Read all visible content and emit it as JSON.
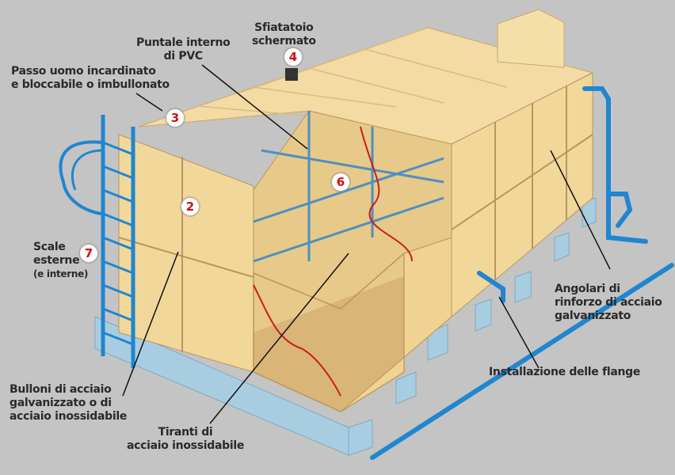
{
  "labels": {
    "vent": [
      "Sfiatatoio",
      "schermato"
    ],
    "pvc": [
      "Puntale interno",
      "di PVC"
    ],
    "manhole": [
      "Passo uomo incardinato",
      "e bloccabile o imbullonato"
    ],
    "ladder": [
      "Scale",
      "esterne",
      "(e interne)"
    ],
    "bolts": [
      "Bulloni di acciaio",
      "galvanizzato o di",
      "acciaio inossidabile"
    ],
    "tie_rods": [
      "Tiranti di",
      "acciaio inossidabile"
    ],
    "flanges": "Installazione delle flange",
    "angles": [
      "Angolari di",
      "rinforzo di acciaio",
      "galvanizzato"
    ]
  },
  "badges": {
    "b2": "2",
    "b3": "3",
    "b4": "4",
    "b6": "6",
    "b7": "7"
  },
  "colors": {
    "background": "#c4c4c4",
    "panel": "#f2d79b",
    "steel": "#3a9ad9",
    "badge_text": "#d01010"
  }
}
